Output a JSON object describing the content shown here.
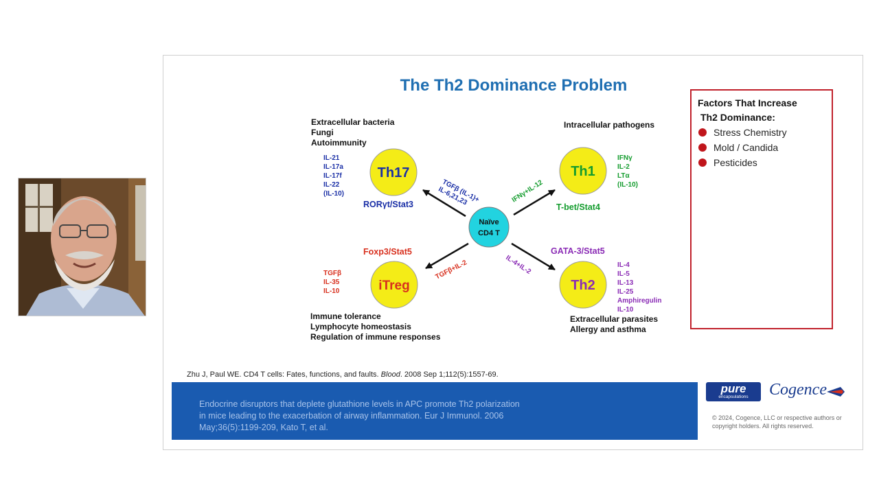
{
  "slide": {
    "title": "The Th2 Dominance Problem",
    "factors": {
      "title_line1": "Factors That Increase",
      "title_line2": "Th2 Dominance:",
      "items": [
        "Stress Chemistry",
        "Mold / Candida",
        "Pesticides"
      ],
      "bullet_color": "#c0151b"
    },
    "citation_pre": "Zhu J, Paul WE. CD4 T cells:  Fates, functions, and faults. ",
    "citation_journal": "Blood",
    "citation_post": ". 2008 Sep 1;112(5):1557-69.",
    "footer_text": "Endocrine disruptors that deplete glutathione levels in APC promote Th2 polarization in mice leading to the exacerbation of airway inflammation. Eur J Immunol. 2006 May;36(5):1199-209, Kato T, et al.",
    "logo_pure": "pure",
    "logo_pure_sub": "encapsulations",
    "logo_cogence": "Cogence",
    "copyright": "© 2024, Cogence, LLC or respective authors or copyright holders. All rights reserved."
  },
  "diagram": {
    "naive": [
      "Naïve",
      "CD4 T"
    ],
    "th17": {
      "label": "Th17",
      "top": [
        "Extracellular bacteria",
        "Fungi",
        "Autoimmunity"
      ],
      "cytokines": [
        "IL-21",
        "IL-17a",
        "IL-17f",
        "IL-22",
        "(IL-10)"
      ],
      "factor": "RORγt/Stat3",
      "arrow_label": [
        "TGFβ (IL-1)+",
        "IL-6,21,23"
      ]
    },
    "th1": {
      "label": "Th1",
      "top": [
        "Intracellular pathogens"
      ],
      "cytokines": [
        "IFNγ",
        "IL-2",
        "LTα",
        "(IL-10)"
      ],
      "factor": "T-bet/Stat4",
      "arrow_label": [
        "IFNγ+IL-12"
      ]
    },
    "itreg": {
      "label": "iTreg",
      "cytokines": [
        "TGFβ",
        "IL-35",
        "IL-10"
      ],
      "factor": "Foxp3/Stat5",
      "bottom": [
        "Immune tolerance",
        "Lymphocyte homeostasis",
        "Regulation of immune responses"
      ],
      "arrow_label": [
        "TGFβ+IL-2"
      ]
    },
    "th2": {
      "label": "Th2",
      "cytokines": [
        "IL-4",
        "IL-5",
        "IL-13",
        "IL-25",
        "Amphiregulin",
        "IL-10"
      ],
      "factor": "GATA-3/Stat5",
      "bottom": [
        "Extracellular parasites",
        "Allergy and asthma"
      ],
      "arrow_label": [
        "IL-4+IL-2"
      ]
    },
    "colors": {
      "th17": "#1a2fa6",
      "th1": "#149c2e",
      "itreg": "#d8301e",
      "th2": "#8a2bb5",
      "cell_fill": "#f4ec17",
      "naive_fill": "#22d3e0"
    }
  }
}
